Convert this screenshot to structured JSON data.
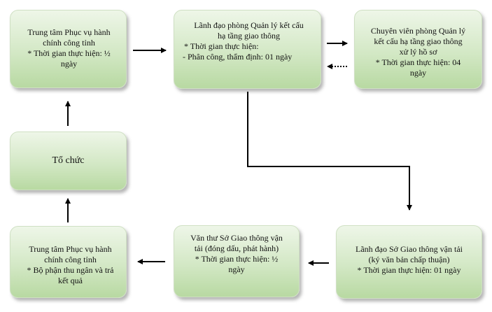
{
  "boxes": {
    "b1": {
      "lines": [
        "Trung tâm Phục vụ hành",
        "chính công tỉnh",
        "* Thời gian thực hiện: ½",
        "ngày"
      ]
    },
    "b2": {
      "lines": [
        "Lãnh đạo phòng Quản lý kết cấu",
        "hạ tầng giao thông",
        "*  Thời gian thực hiện:",
        "- Phân công, thẩm định: 01 ngày"
      ]
    },
    "b3": {
      "lines": [
        "Chuyên viên phòng Quản lý",
        "kết cấu hạ tầng giao thông",
        "xử lý hồ sơ",
        "* Thời gian thực hiện: 04",
        "ngày"
      ]
    },
    "b4": {
      "lines": [
        "Tổ chức"
      ]
    },
    "b5": {
      "lines": [
        "Trung tâm Phục vụ hành",
        "chính công tỉnh",
        "* Bộ phận thu ngân và trả",
        "kết quả"
      ]
    },
    "b6": {
      "lines": [
        "Văn thư Sở Giao thông vận",
        "tải (đóng dấu, phát hành)",
        "* Thời gian thực hiện: ½",
        "ngày"
      ]
    },
    "b7": {
      "lines": [
        "Lãnh đạo Sở Giao thông vận tải",
        "(ký văn bản chấp thuận)",
        "* Thời gian thực hiện: 01 ngày"
      ]
    }
  }
}
